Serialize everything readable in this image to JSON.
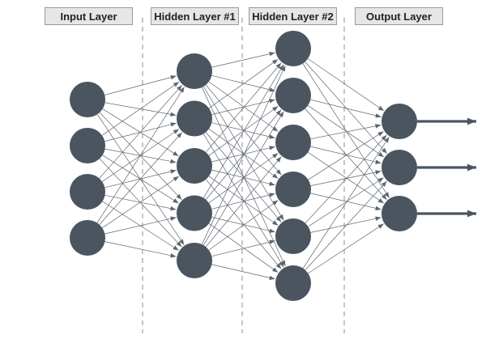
{
  "layers": [
    {
      "label": "Input Layer",
      "nodes": 4
    },
    {
      "label": "Hidden Layer #1",
      "nodes": 5
    },
    {
      "label": "Hidden Layer #2",
      "nodes": 6
    },
    {
      "label": "Output Layer",
      "nodes": 3
    }
  ],
  "colors": {
    "node": "#4b5560",
    "edge": "#5d6670",
    "label_bg": "#e6e6e6",
    "label_border": "#9a9a9a",
    "divider": "#a8a8a8"
  }
}
